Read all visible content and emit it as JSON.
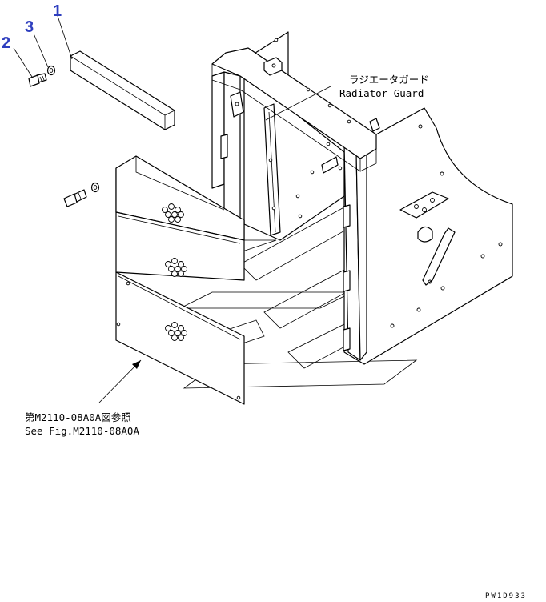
{
  "callouts": {
    "part1": "1",
    "part2": "2",
    "part3": "3"
  },
  "labels": {
    "radiator_guard_jp": "ラジエータガード",
    "radiator_guard_en": "Radiator Guard",
    "see_fig_jp": "第M2110-08A0A図参照",
    "see_fig_en": "See Fig.M2110-08A0A"
  },
  "drawing_code": "PW1D933",
  "colors": {
    "callout": "#2f3fbf",
    "line": "#000000",
    "background": "#ffffff"
  }
}
